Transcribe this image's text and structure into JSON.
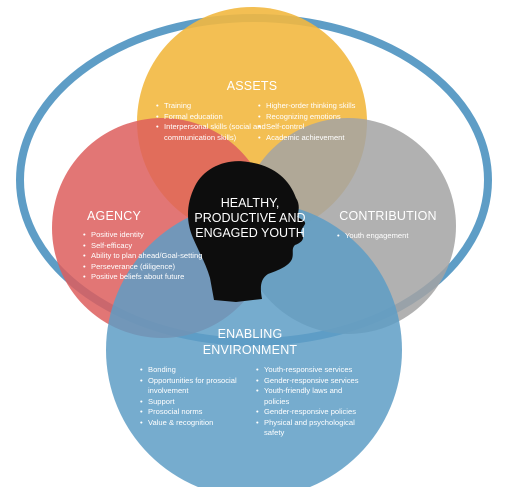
{
  "center": {
    "line1": "HEALTHY,",
    "line2": "PRODUCTIVE AND",
    "line3": "ENGAGED YOUTH"
  },
  "assets": {
    "title": "ASSETS",
    "left_items": [
      "Training",
      "Formal education",
      "Interpersonal skills (social and communication skills)"
    ],
    "right_items": [
      "Higher-order thinking skills",
      "Recognizing emotions",
      "Self-control",
      "Academic achievement"
    ]
  },
  "agency": {
    "title": "AGENCY",
    "items": [
      "Positive identity",
      "Self-efficacy",
      "Ability to plan ahead/Goal-setting",
      "Perseverance (diligence)",
      "Positive beliefs about future"
    ]
  },
  "contribution": {
    "title": "CONTRIBUTION",
    "items": [
      "Youth engagement"
    ]
  },
  "environment": {
    "title_line1": "ENABLING",
    "title_line2": "ENVIRONMENT",
    "left_items": [
      "Bonding",
      "Opportunities for prosocial involvement",
      "Support",
      "Prosocial norms",
      "Value & recognition"
    ],
    "right_items": [
      "Youth-responsive services",
      "Gender-responsive services",
      "Youth-friendly laws and policies",
      "Gender-responsive policies",
      "Physical and psychological safety"
    ]
  },
  "colors": {
    "outer_ring": "#5e9dc6",
    "assets": "#f2b840",
    "agency": "#dd5e5d",
    "contribution": "#a3a3a3",
    "environment": "#5e9dc6",
    "silhouette": "#0d0d0d"
  }
}
